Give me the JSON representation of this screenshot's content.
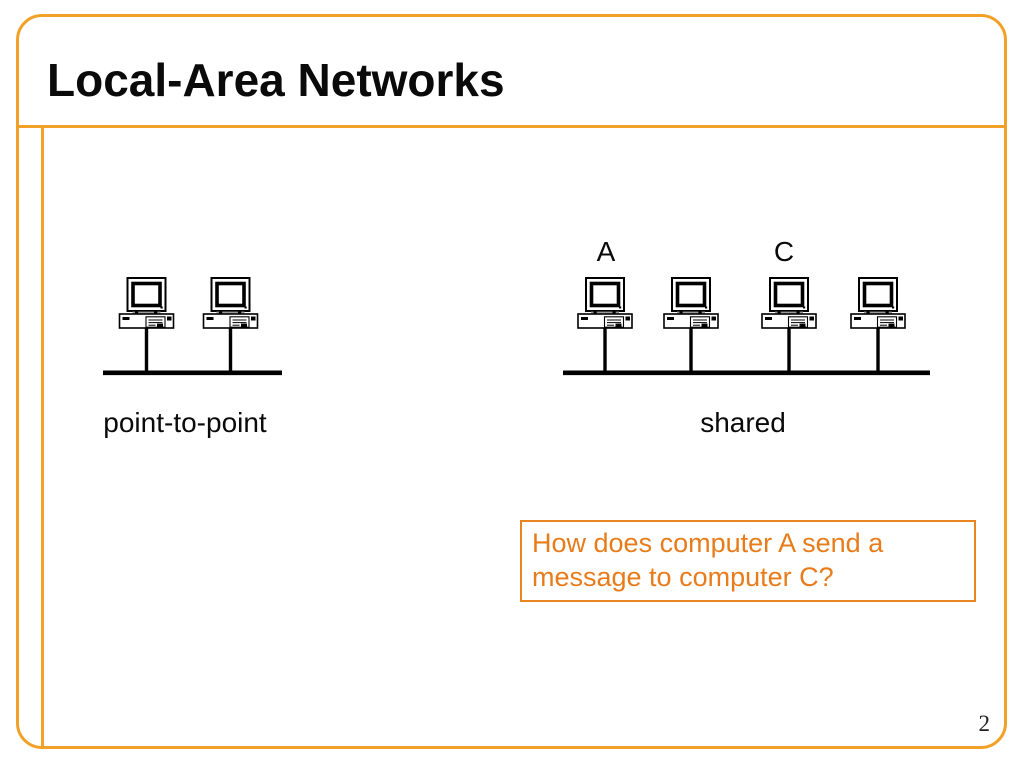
{
  "slide": {
    "title": "Local-Area Networks",
    "page_number": "2"
  },
  "diagram_left": {
    "type": "network-bus",
    "computer_count": 2,
    "caption": "point-to-point"
  },
  "diagram_right": {
    "type": "network-bus",
    "computer_count": 4,
    "caption": "shared",
    "label_first_computer": "A",
    "label_third_computer": "C"
  },
  "question_box": {
    "line1": "How does computer A send a",
    "line2": "message to computer C?"
  },
  "icons": {
    "computer": "desktop-computer-icon"
  },
  "colors": {
    "frame_orange": "#F2A128",
    "question_border_orange": "#E8851E",
    "question_text_orange": "#E87C1A",
    "diagram_black": "#000000",
    "background": "#FFFFFF"
  }
}
